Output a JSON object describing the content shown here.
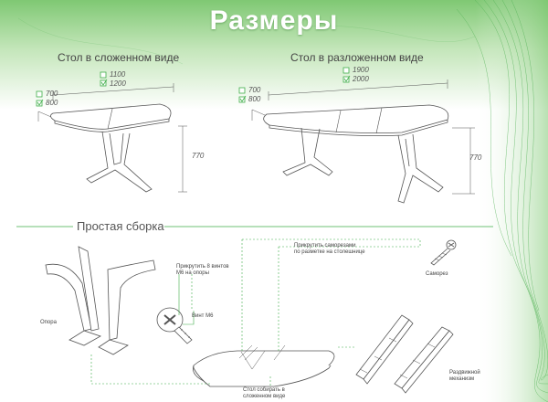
{
  "title": "Размеры",
  "folded": {
    "heading": "Стол в сложенном виде",
    "length_a": "1100",
    "length_b": "1200",
    "width_a": "700",
    "width_b": "800",
    "height": "770"
  },
  "unfolded": {
    "heading": "Стол в разложенном виде",
    "length_a": "1900",
    "length_b": "2000",
    "width_a": "700",
    "width_b": "800",
    "height": "770"
  },
  "assembly": {
    "heading": "Простая сборка",
    "support_label": "Опора",
    "bolts_note_line1": "Прикрутить 8 винтов",
    "bolts_note_line2": "М6 на опоры",
    "bolt_label": "Винт М6",
    "screws_note_line1": "Прикрутить саморезами",
    "screws_note_line2": "по разметке на столешнице",
    "screw_label": "Саморез",
    "fold_note_line1": "Стол собирать в",
    "fold_note_line2": "сложенном виде",
    "mechanism_line1": "Раздвижной",
    "mechanism_line2": "механизм"
  },
  "colors": {
    "accent_green": "#3fae49",
    "line_dark": "#555555",
    "header_light": "#e6f4e2",
    "header_mid": "#9fd494"
  }
}
